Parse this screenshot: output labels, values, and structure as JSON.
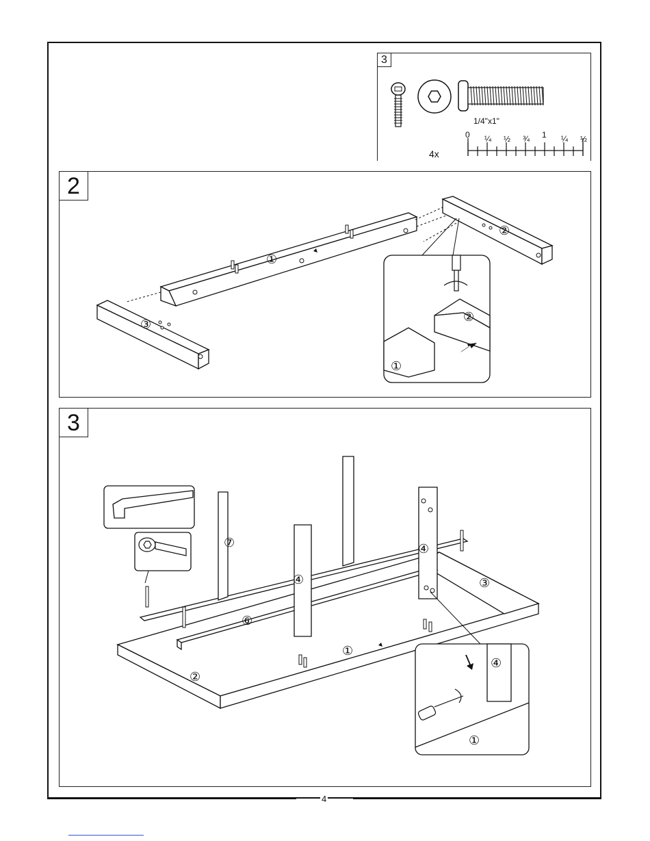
{
  "page": {
    "number": "4"
  },
  "hardware": {
    "label": "3",
    "size": "1/4\"x1\"",
    "quantity": "4x",
    "ruler_marks": [
      "0",
      "¼",
      "½",
      "¾",
      "1",
      "¼",
      "½"
    ]
  },
  "step2": {
    "number": "2",
    "parts": {
      "rail_long": "①",
      "end_right": "②",
      "end_left": "③",
      "inset_top": "②",
      "inset_bottom": "①"
    }
  },
  "step3": {
    "number": "3",
    "parts": {
      "leg_left": "⑦",
      "leg_mid": "④",
      "leg_right": "④",
      "rail_lower": "⑥",
      "rail_long": "①",
      "end_right": "③",
      "end_left": "②",
      "inset_leg": "④",
      "inset_rail": "①"
    }
  },
  "icons": [
    "hex-bolt-icon",
    "allen-wrench-icon",
    "screwdriver-icon",
    "push-arrow-icon"
  ]
}
